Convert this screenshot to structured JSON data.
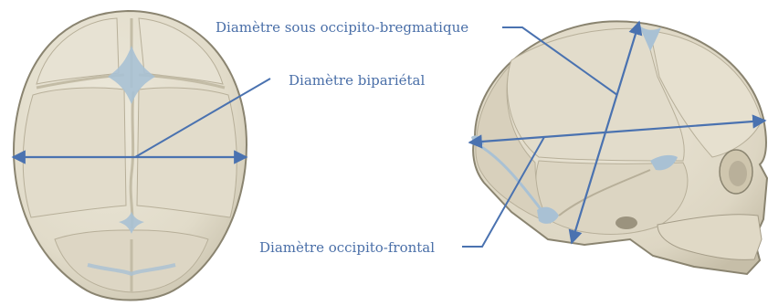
{
  "labels": {
    "suboccipito_bregmatic": "Diamètre sous occipito-bregmatique",
    "biparietal": "Diamètre bipariétal",
    "occipito_frontal": "Diamètre occipito-frontal"
  },
  "colors": {
    "bone": "#e4dfcf",
    "bone_shadow": "#cfc8b4",
    "bone_outline": "#8a8470",
    "fontanelle": "#a9c1d4",
    "measure_line": "#4a72b0",
    "label_text": "#4a6fa8"
  }
}
